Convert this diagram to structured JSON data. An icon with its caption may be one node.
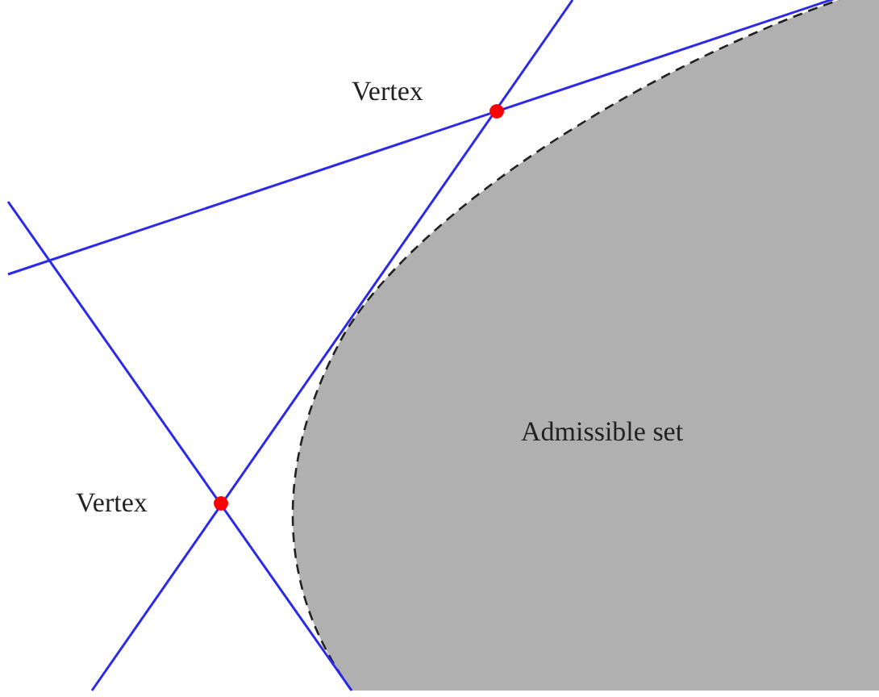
{
  "diagram": {
    "nodes": [
      {
        "text": [
          "Admissible set"
        ]
      }
    ],
    "labels": [
      "Vertex",
      "Vertex"
    ]
  }
}
